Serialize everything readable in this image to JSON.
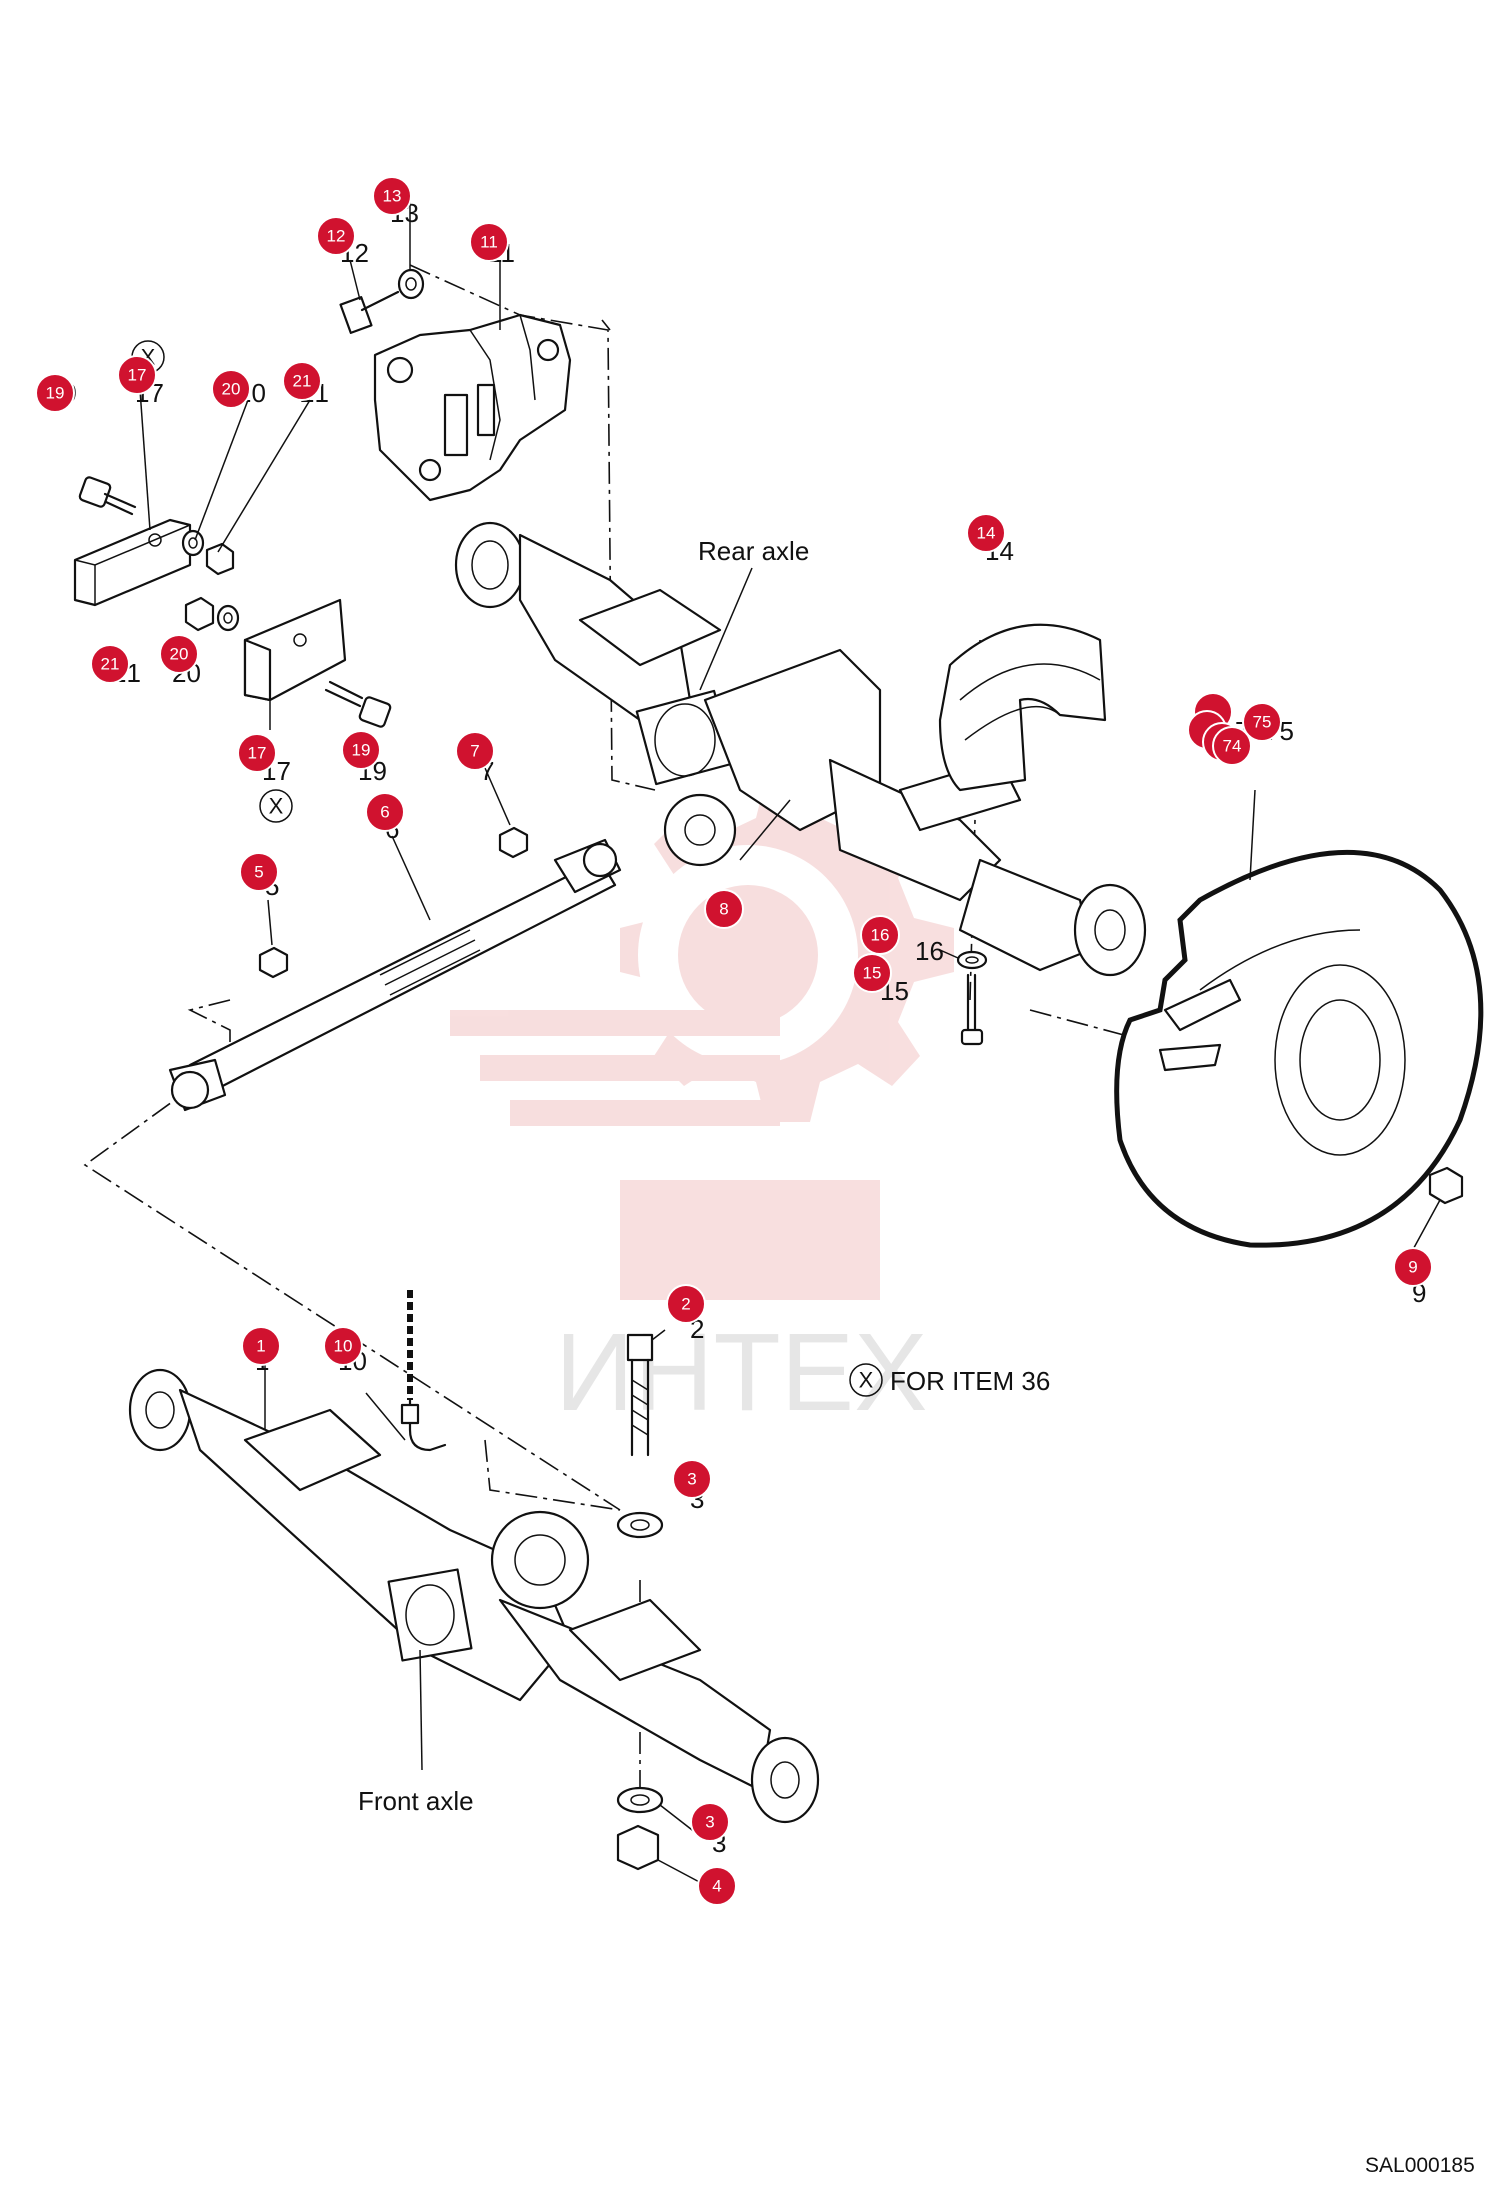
{
  "labels": {
    "rear_axle": "Rear axle",
    "front_axle": "Front axle",
    "for_item_note": "FOR ITEM 36",
    "x_symbol": "X",
    "drawing_id": "SAL000185",
    "watermark": "ИНТЕХ"
  },
  "callout_numbers": {
    "n1": "1",
    "n2": "2",
    "n3a": "3",
    "n3b": "3",
    "n4": "4",
    "n5": "5",
    "n6": "6",
    "n7": "7",
    "n8": "8",
    "n9": "9",
    "n10": "10",
    "n11": "11",
    "n12": "12",
    "n13": "13",
    "n14": "14",
    "n15": "15",
    "n16": "16",
    "n17a": "17",
    "n17b": "17",
    "n19a": "19",
    "n19b": "19",
    "n20a": "20",
    "n20b": "20",
    "n21a": "21",
    "n21b": "21",
    "n74": "74",
    "n75": "75"
  },
  "hotspots": [
    {
      "id": "13",
      "label": "13"
    },
    {
      "id": "12",
      "label": "12"
    },
    {
      "id": "11",
      "label": "11"
    },
    {
      "id": "19",
      "label": "19"
    },
    {
      "id": "17",
      "label": "17"
    },
    {
      "id": "20",
      "label": "20"
    },
    {
      "id": "21",
      "label": "21"
    },
    {
      "id": "14",
      "label": "14"
    },
    {
      "id": "21b",
      "label": "21"
    },
    {
      "id": "20b",
      "label": "20"
    },
    {
      "id": "75",
      "label": "75"
    },
    {
      "id": "74",
      "label": "74"
    },
    {
      "id": "17b",
      "label": "17"
    },
    {
      "id": "19b",
      "label": "19"
    },
    {
      "id": "7",
      "label": "7"
    },
    {
      "id": "6",
      "label": "6"
    },
    {
      "id": "5",
      "label": "5"
    },
    {
      "id": "8",
      "label": "8"
    },
    {
      "id": "16",
      "label": "16"
    },
    {
      "id": "15",
      "label": "15"
    },
    {
      "id": "9",
      "label": "9"
    },
    {
      "id": "2",
      "label": "2"
    },
    {
      "id": "1",
      "label": "1"
    },
    {
      "id": "10",
      "label": "10"
    },
    {
      "id": "3a",
      "label": "3"
    },
    {
      "id": "3b",
      "label": "3"
    },
    {
      "id": "4",
      "label": "4"
    }
  ],
  "colors": {
    "hotspot": "#d0122f",
    "watermark": "#f2c4c4",
    "line": "#111111"
  }
}
